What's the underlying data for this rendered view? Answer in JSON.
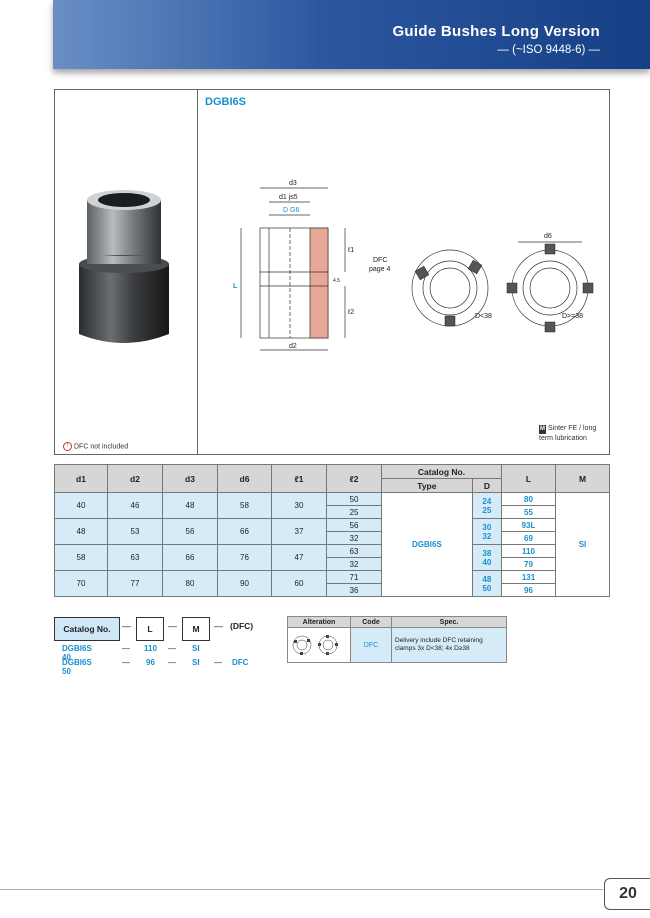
{
  "header": {
    "title": "Guide Bushes Long Version",
    "subtitle": "— (~ISO 9448-6) —"
  },
  "product": {
    "model": "DGBI6S",
    "dfc_note": "DFC not included",
    "sinter_note": "Sinter FE / long term lubrication",
    "sinter_badge": "M"
  },
  "drawing": {
    "labels": {
      "d3": "d3",
      "d1": "d1 js5",
      "D": "D G6",
      "L": "L",
      "l1": "ℓ1",
      "l2": "ℓ2",
      "d2": "d2",
      "dfc": "DFC",
      "page": "page 4",
      "dlt": "D<38",
      "dge": "D>=38",
      "d6": "d6",
      "dim": "4.5"
    }
  },
  "spec_table": {
    "headers": [
      "d1",
      "d2",
      "d3",
      "d6",
      "ℓ1",
      "ℓ2",
      "Catalog No.",
      "L",
      "M"
    ],
    "sub_headers": [
      "Type",
      "D"
    ],
    "type": "DGBI6S",
    "m": "SI",
    "groups": [
      {
        "d1": "40",
        "d2": "46",
        "d3": "48",
        "d6": "58",
        "l1": "30",
        "rows": [
          {
            "l2": "50",
            "D": "24",
            "L": "80"
          },
          {
            "l2": "25",
            "D": "25",
            "L": "55"
          }
        ]
      },
      {
        "d1": "48",
        "d2": "53",
        "d3": "56",
        "d6": "66",
        "l1": "37",
        "rows": [
          {
            "l2": "56",
            "D": "30",
            "L": "93L"
          },
          {
            "l2": "32",
            "D": "32",
            "L": "69"
          }
        ]
      },
      {
        "d1": "58",
        "d2": "63",
        "d3": "66",
        "d6": "76",
        "l1": "47",
        "rows": [
          {
            "l2": "63",
            "D": "38",
            "L": "110"
          },
          {
            "l2": "32",
            "D": "40",
            "L": "79"
          }
        ]
      },
      {
        "d1": "70",
        "d2": "77",
        "d3": "80",
        "d6": "90",
        "l1": "60",
        "rows": [
          {
            "l2": "71",
            "D": "48",
            "L": "131"
          },
          {
            "l2": "36",
            "D": "50",
            "L": "96"
          }
        ]
      }
    ]
  },
  "ordering": {
    "catalog_label": "Catalog No.",
    "l": "L",
    "m": "M",
    "opt": "(DFC)",
    "dash": "—",
    "ex1": {
      "cat": "DGBI6S 40",
      "l": "110",
      "m": "SI"
    },
    "ex2": {
      "cat": "DGBI6S 50",
      "l": "96",
      "m": "SI",
      "opt": "DFC"
    }
  },
  "alteration": {
    "headers": [
      "Alteration",
      "Code",
      "Spec."
    ],
    "code": "DFC",
    "spec": "Delivery include DFC retaining clamps 3x D<38; 4x D≥38"
  },
  "page_number": "20"
}
